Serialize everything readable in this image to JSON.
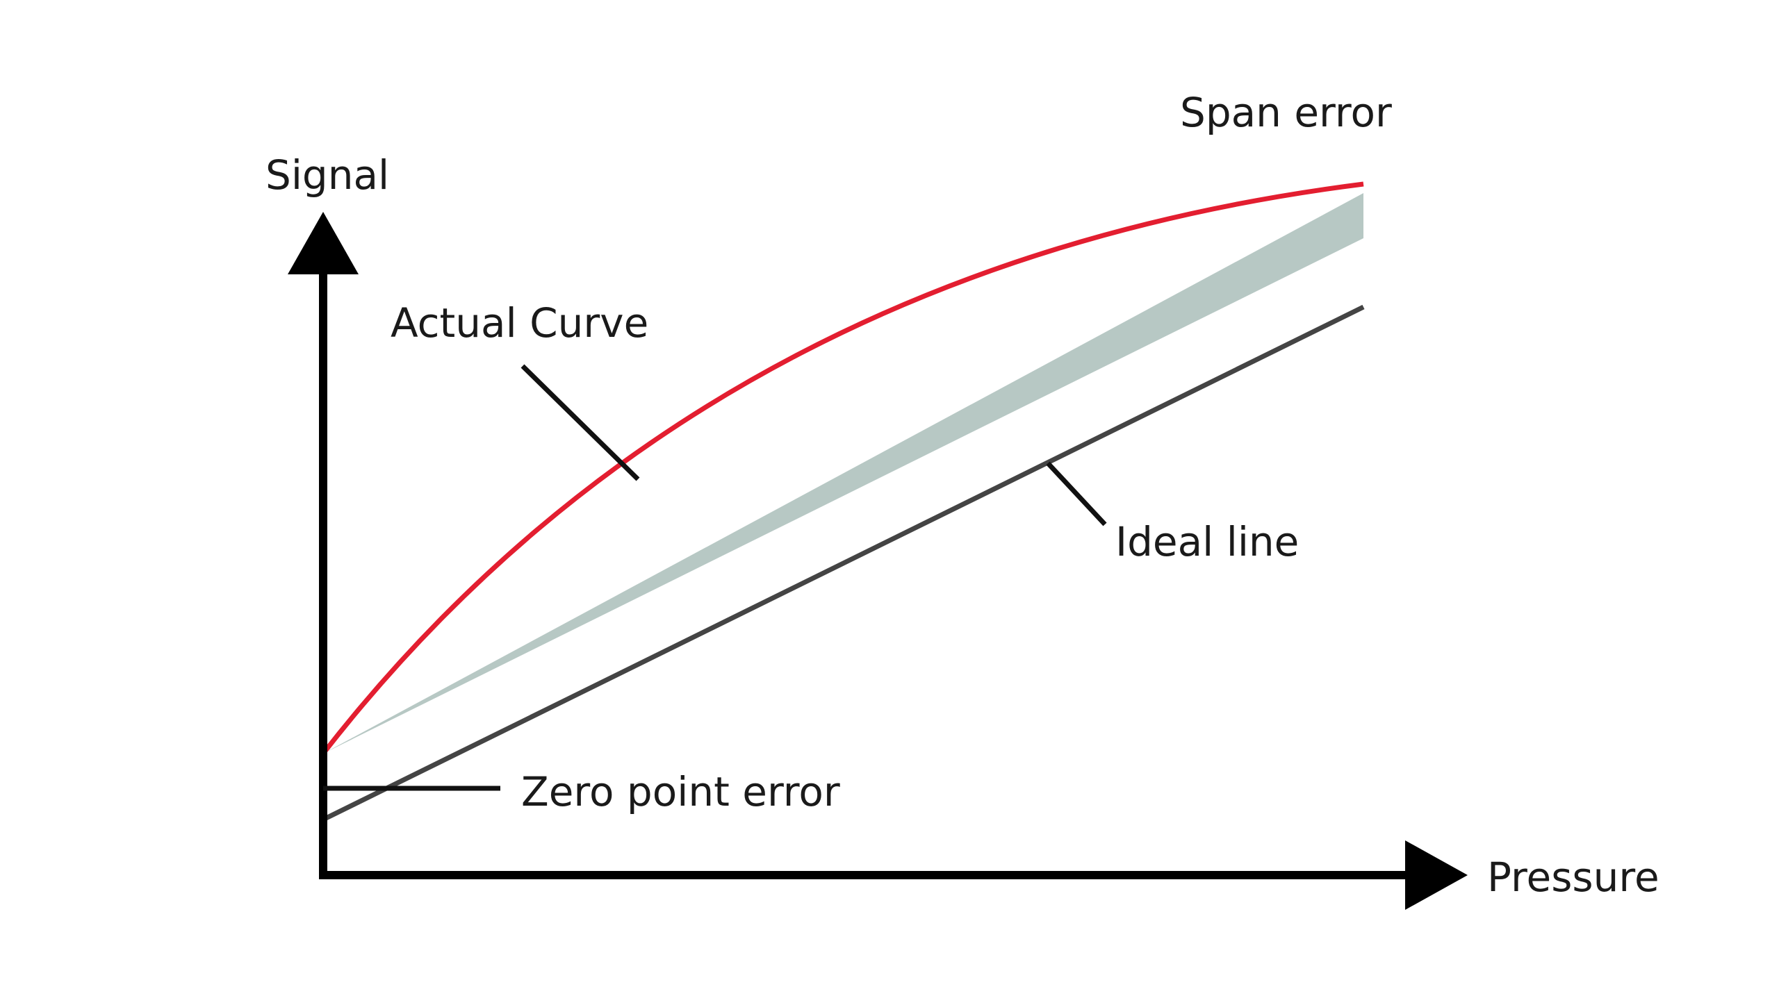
{
  "axes": {
    "y_label": "Signal",
    "x_label": "Pressure"
  },
  "labels": {
    "actual_curve": "Actual Curve",
    "ideal_line": "Ideal line",
    "zero_point_error": "Zero point error",
    "span_error": "Span error"
  },
  "colors": {
    "actual_curve": "#e31e30",
    "ideal_line": "#444444",
    "span_band": "#b7c8c4",
    "axes": "#000000",
    "leader_lines": "#111111"
  }
}
